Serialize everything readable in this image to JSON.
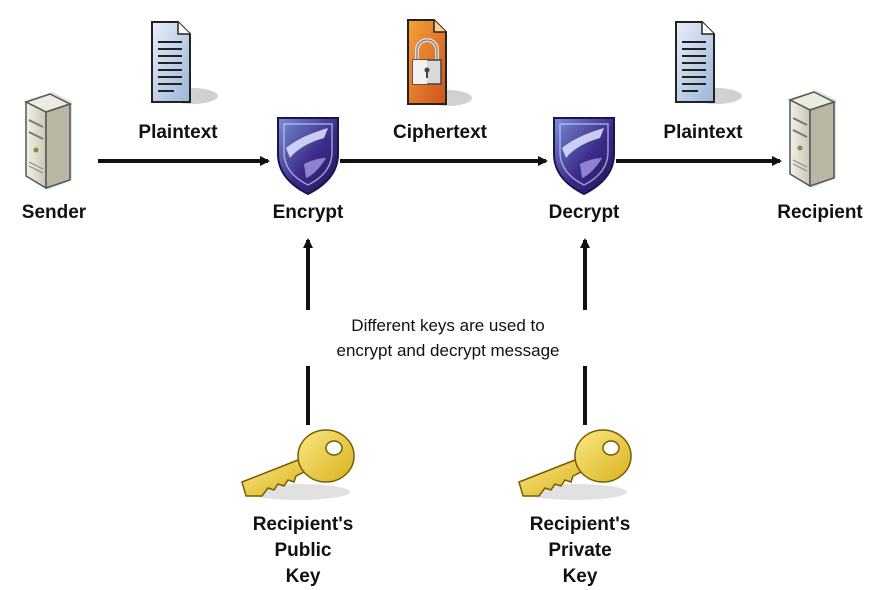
{
  "nodes": {
    "sender": "Sender",
    "encrypt": "Encrypt",
    "decrypt": "Decrypt",
    "recipient": "Recipient"
  },
  "edges": {
    "plaintext_in": "Plaintext",
    "ciphertext": "Ciphertext",
    "plaintext_out": "Plaintext"
  },
  "note": {
    "line1": "Different keys are used to",
    "line2": "encrypt and decrypt message"
  },
  "keys": {
    "public": [
      "Recipient's",
      "Public",
      "Key"
    ],
    "private": [
      "Recipient's",
      "Private",
      "Key"
    ]
  },
  "icons": {
    "server": "server-icon",
    "document": "document-icon",
    "locked_document": "locked-document-icon",
    "shield": "shield-icon",
    "key": "key-icon"
  },
  "colors": {
    "arrow": "#111111",
    "shield_purple": "#4b3a9a",
    "key_gold": "#e8c832",
    "lock_doc_orange": "#e06a1c",
    "document_blue": "#9bb5d8"
  }
}
